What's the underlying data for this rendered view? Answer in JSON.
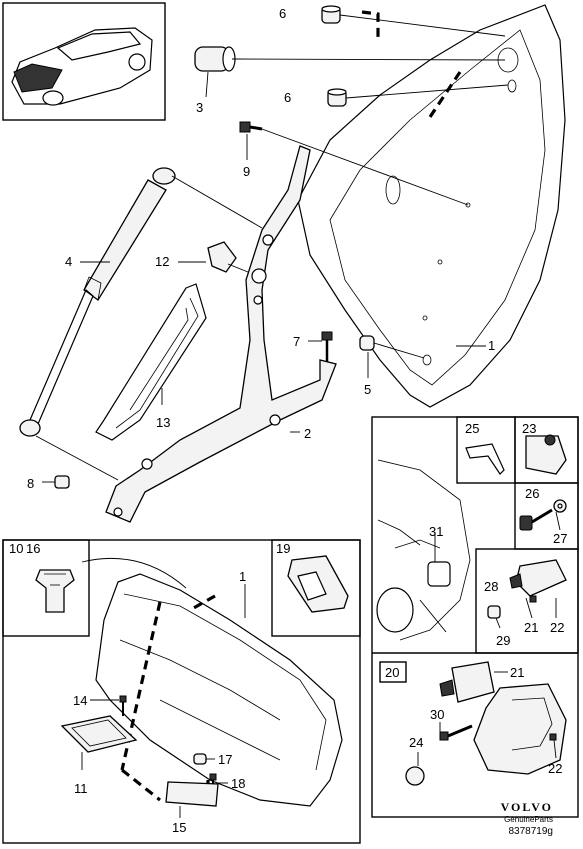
{
  "footer": {
    "brand": "VOLVO",
    "sub": "GenuineParts",
    "code": "8378719g"
  },
  "callouts": {
    "c1a": "1",
    "c1b": "1",
    "c2": "2",
    "c3": "3",
    "c4": "4",
    "c5": "5",
    "c6a": "6",
    "c6b": "6",
    "c7": "7",
    "c8": "8",
    "c9": "9",
    "c10": "10",
    "c11": "11",
    "c12": "12",
    "c13": "13",
    "c14": "14",
    "c15": "15",
    "c16": "16",
    "c17": "17",
    "c18": "18",
    "c19": "19",
    "c20": "20",
    "c21a": "21",
    "c21b": "21",
    "c22a": "22",
    "c22b": "22",
    "c23": "23",
    "c24": "24",
    "c25": "25",
    "c26": "26",
    "c27": "27",
    "c28": "28",
    "c29": "29",
    "c30": "30",
    "c31": "31"
  }
}
